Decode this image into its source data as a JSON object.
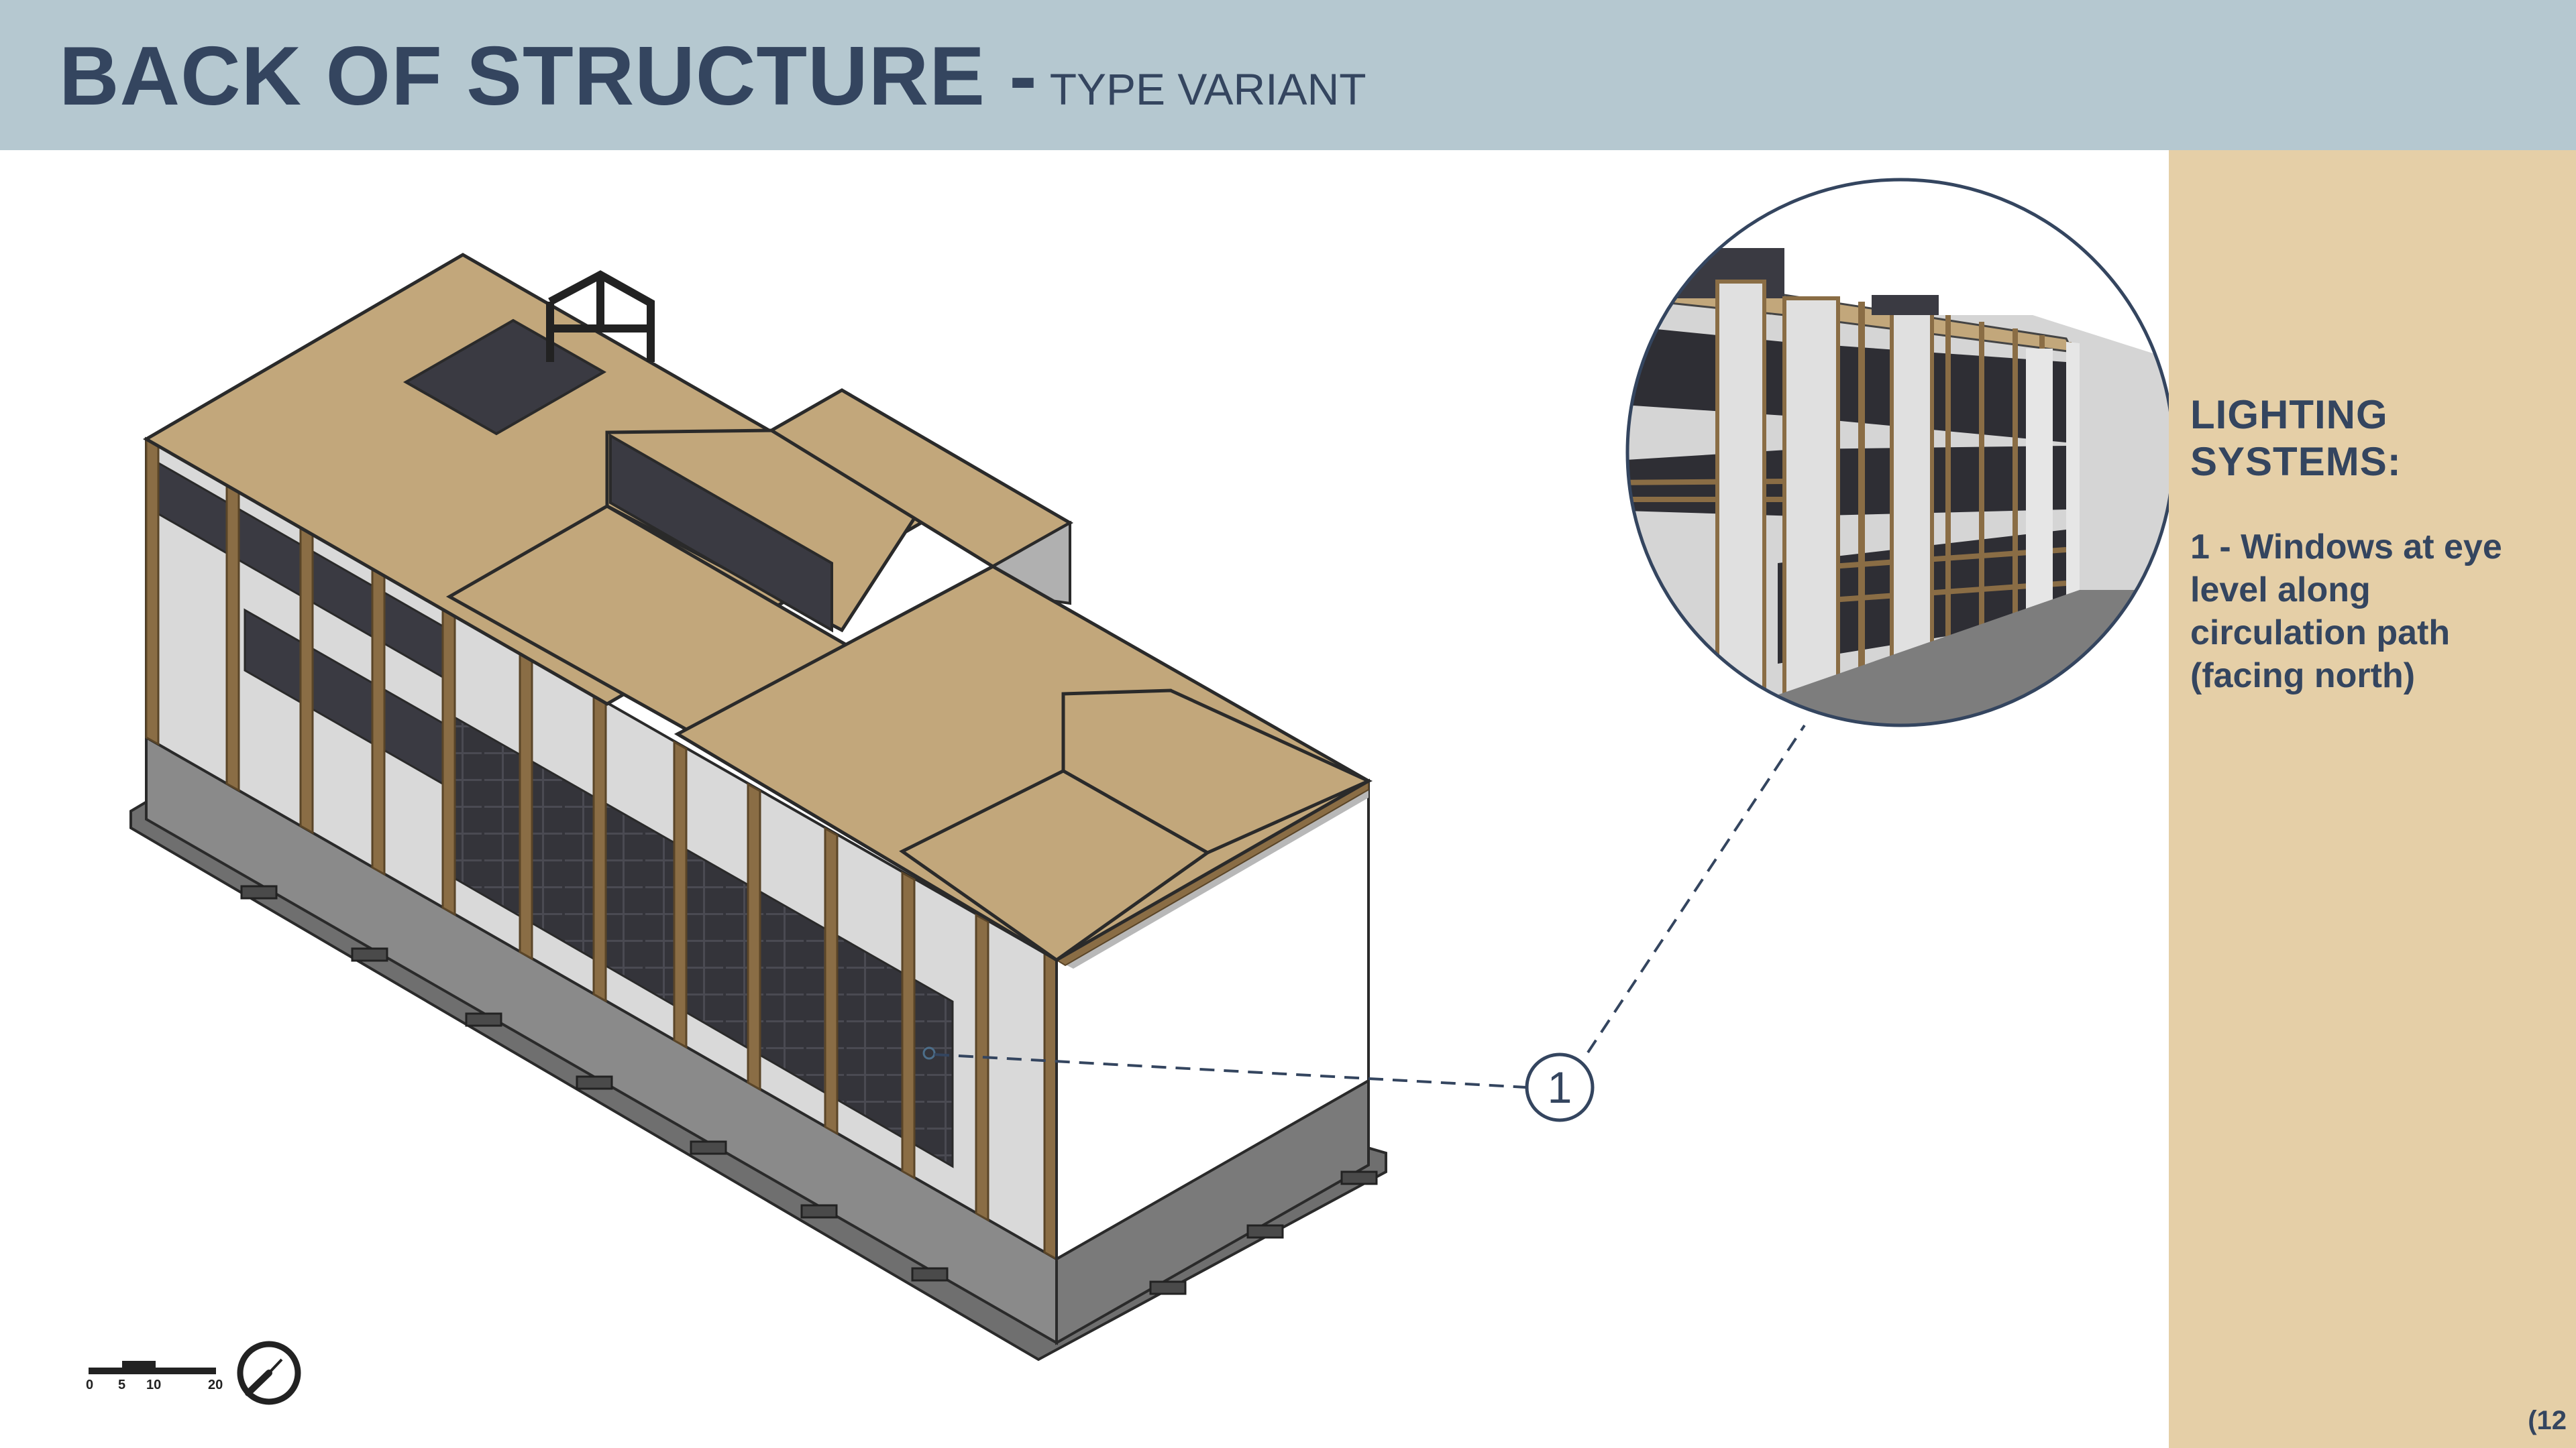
{
  "header": {
    "title": "BACK OF STRUCTURE -",
    "subtitle": "TYPE VARIANT"
  },
  "sidebar": {
    "heading": "LIGHTING\nSYSTEMS:",
    "body": "1 - Windows at eye level along circulation path (facing north)",
    "page_number": "(12"
  },
  "callout": {
    "number": "1"
  },
  "scale_bar": {
    "labels": [
      "0",
      "5",
      "10",
      "20"
    ]
  },
  "colors": {
    "header_bg": "#b5c8d0",
    "title_text": "#34455f",
    "sidebar_bg": "#e5cfa7",
    "roof": "#c2a77b",
    "wall": "#dcdcdc",
    "timber": "#8a6d45",
    "concrete": "#7d7d7d",
    "window": "#34343a"
  },
  "icons": [
    "north-arrow-icon",
    "scale-bar-icon"
  ]
}
